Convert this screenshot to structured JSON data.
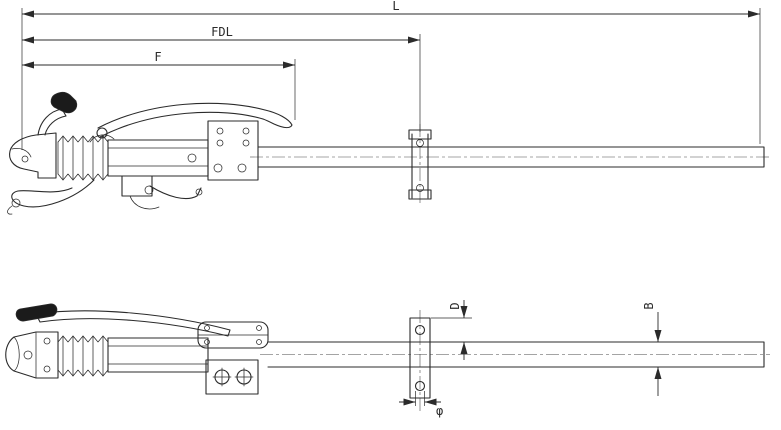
{
  "drawing": {
    "dimensions": {
      "L": "L",
      "FDL": "FDL",
      "F": "F",
      "D": "D",
      "B": "B",
      "phi": "φ"
    },
    "colors": {
      "line-color": "#2b2b2b",
      "dark": "#1b1b1b",
      "bg": "#ffffff"
    }
  }
}
